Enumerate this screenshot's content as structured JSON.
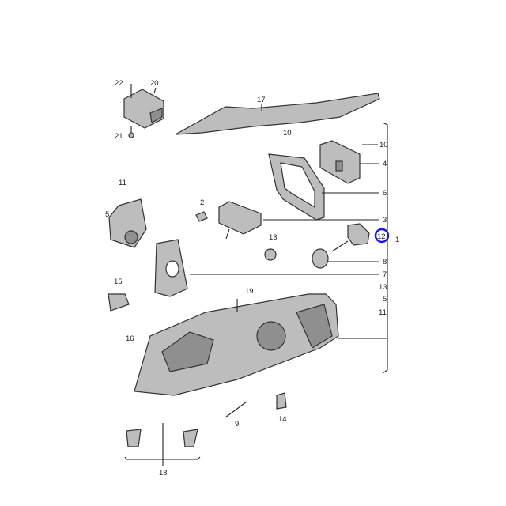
{
  "diagram": {
    "title_hidden": null,
    "highlight_color": "#1a1adf",
    "callouts": {
      "c22": "22",
      "c20": "20",
      "c21": "21",
      "c17": "17",
      "c10a": "10",
      "c10b": "10",
      "c4": "4",
      "c6": "6",
      "c11a": "11",
      "c5a": "5",
      "c2": "2",
      "c3": "3",
      "c13a": "13",
      "c12": "12",
      "c1": "1",
      "c8": "8",
      "c7": "7",
      "c13b": "13",
      "c5b": "5",
      "c11b": "11",
      "c15": "15",
      "c16": "16",
      "c19": "19",
      "c9": "9",
      "c14": "14",
      "c18": "18"
    }
  }
}
